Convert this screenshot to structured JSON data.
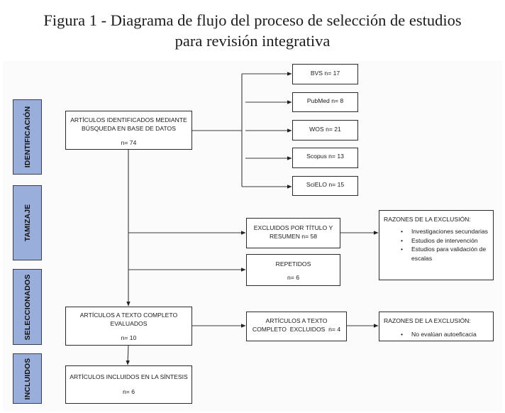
{
  "figure": {
    "title_line1": "Figura 1 - Diagrama de flujo del proceso de selección de estudios",
    "title_line2": "para revisión integrativa"
  },
  "colors": {
    "phase_fill": "#9aaedb",
    "box_border": "#2a2a2a",
    "line": "#333333"
  },
  "phases": [
    {
      "label": "IDENTIFICACIÓN"
    },
    {
      "label": "TAMIZAJE"
    },
    {
      "label": "SELECCIONADOS"
    },
    {
      "label": "INCLUIDOS"
    }
  ],
  "identified": {
    "line1": "ARTÍCULOS IDENTIFICADOS MEDIANTE",
    "line2": "BÚSQUEDA EN BASE DE DATOS",
    "n": "n= 74"
  },
  "databases": [
    {
      "label": "BVS n= 17"
    },
    {
      "label": "PubMed n= 8"
    },
    {
      "label": "WOS n= 21"
    },
    {
      "label": "Scopus n= 13"
    },
    {
      "label": "SciELO n= 15"
    }
  ],
  "excluded_title_abstract": {
    "line1": "EXCLUIDOS POR TÍTULO Y",
    "line2": "RESUMEN n= 58"
  },
  "duplicates": {
    "line1": "REPETIDOS",
    "n": "n= 6"
  },
  "reasons_screening": {
    "heading": "RAZONES DE LA EXCLUSIÓN:",
    "items": [
      "Investigaciones secundarias",
      "Estudios de intervención",
      "Estudios para validación de escalas"
    ]
  },
  "fulltext_assessed": {
    "line1": "ARTÍCULOS A TEXTO COMPLETO",
    "line2": "EVALUADOS",
    "n": "n= 10"
  },
  "fulltext_excluded": {
    "line1": "ARTÍCULOS A TEXTO",
    "line2": "COMPLETO  EXCLUIDOS  n= 4"
  },
  "reasons_fulltext": {
    "heading": "RAZONES DE LA EXCLUSIÓN:",
    "items": [
      "No evalúan autoeficacia"
    ]
  },
  "included": {
    "line1": "ARTÍCULOS INCLUIDOS EN LA SÍNTESIS",
    "n": "n= 6"
  }
}
